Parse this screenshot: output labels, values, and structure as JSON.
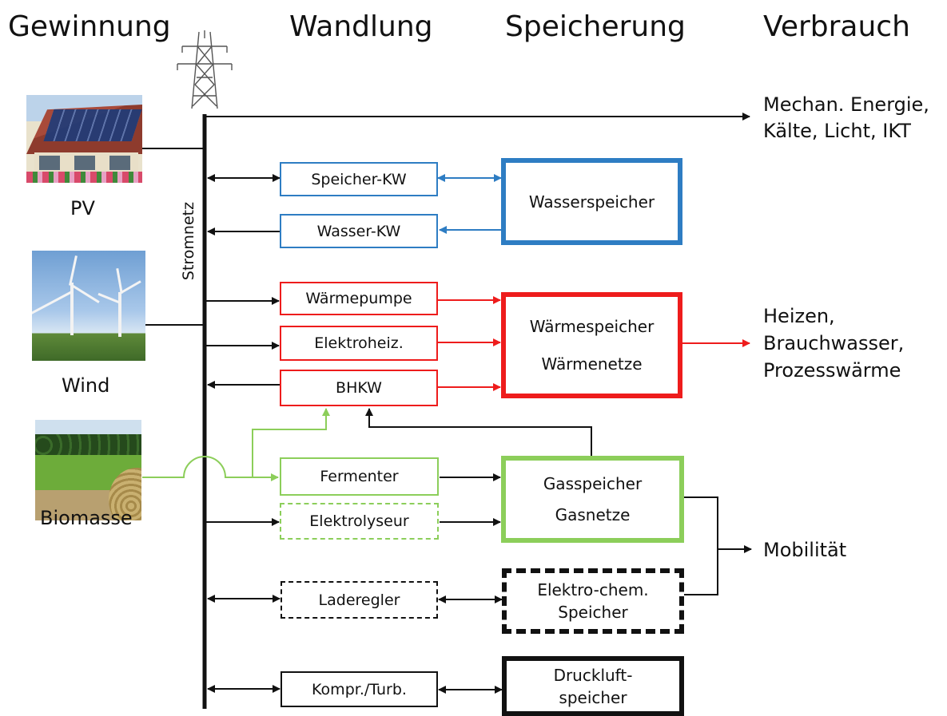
{
  "headers": {
    "gewinnung": "Gewinnung",
    "wandlung": "Wandlung",
    "speicherung": "Speicherung",
    "verbrauch": "Verbrauch"
  },
  "sources": {
    "pv": "PV",
    "wind": "Wind",
    "biomasse": "Biomasse"
  },
  "grid_label": "Stromnetz",
  "converters": {
    "speicher_kw": "Speicher-KW",
    "wasser_kw": "Wasser-KW",
    "waermepumpe": "Wärmepumpe",
    "elektroheiz": "Elektroheiz.",
    "bhkw": "BHKW",
    "fermenter": "Fermenter",
    "elektrolyseur": "Elektrolyseur",
    "laderegler": "Laderegler",
    "kompr_turb": "Kompr./Turb."
  },
  "storages": {
    "wasserspeicher": "Wasserspeicher",
    "waermespeicher_1": "Wärmespeicher",
    "waermespeicher_2": "Wärmenetze",
    "gasspeicher_1": "Gasspeicher",
    "gasspeicher_2": "Gasnetze",
    "elektrochem_1": "Elektro-chem.",
    "elektrochem_2": "Speicher",
    "druckluft_1": "Druckluft-",
    "druckluft_2": "speicher"
  },
  "consumers": {
    "mech_1": "Mechan. Energie,",
    "mech_2": "Kälte, Licht, IKT",
    "heat_1": "Heizen,",
    "heat_2": "Brauchwasser,",
    "heat_3": "Prozesswärme",
    "mobil": "Mobilität"
  },
  "colors": {
    "water": "#2e7dc3",
    "heat": "#ee1c1c",
    "gas": "#8cce5a",
    "electric": "#111111"
  },
  "icons": [
    "pylon-icon",
    "pv-house-photo",
    "wind-turbine-photo",
    "biomass-field-photo"
  ]
}
